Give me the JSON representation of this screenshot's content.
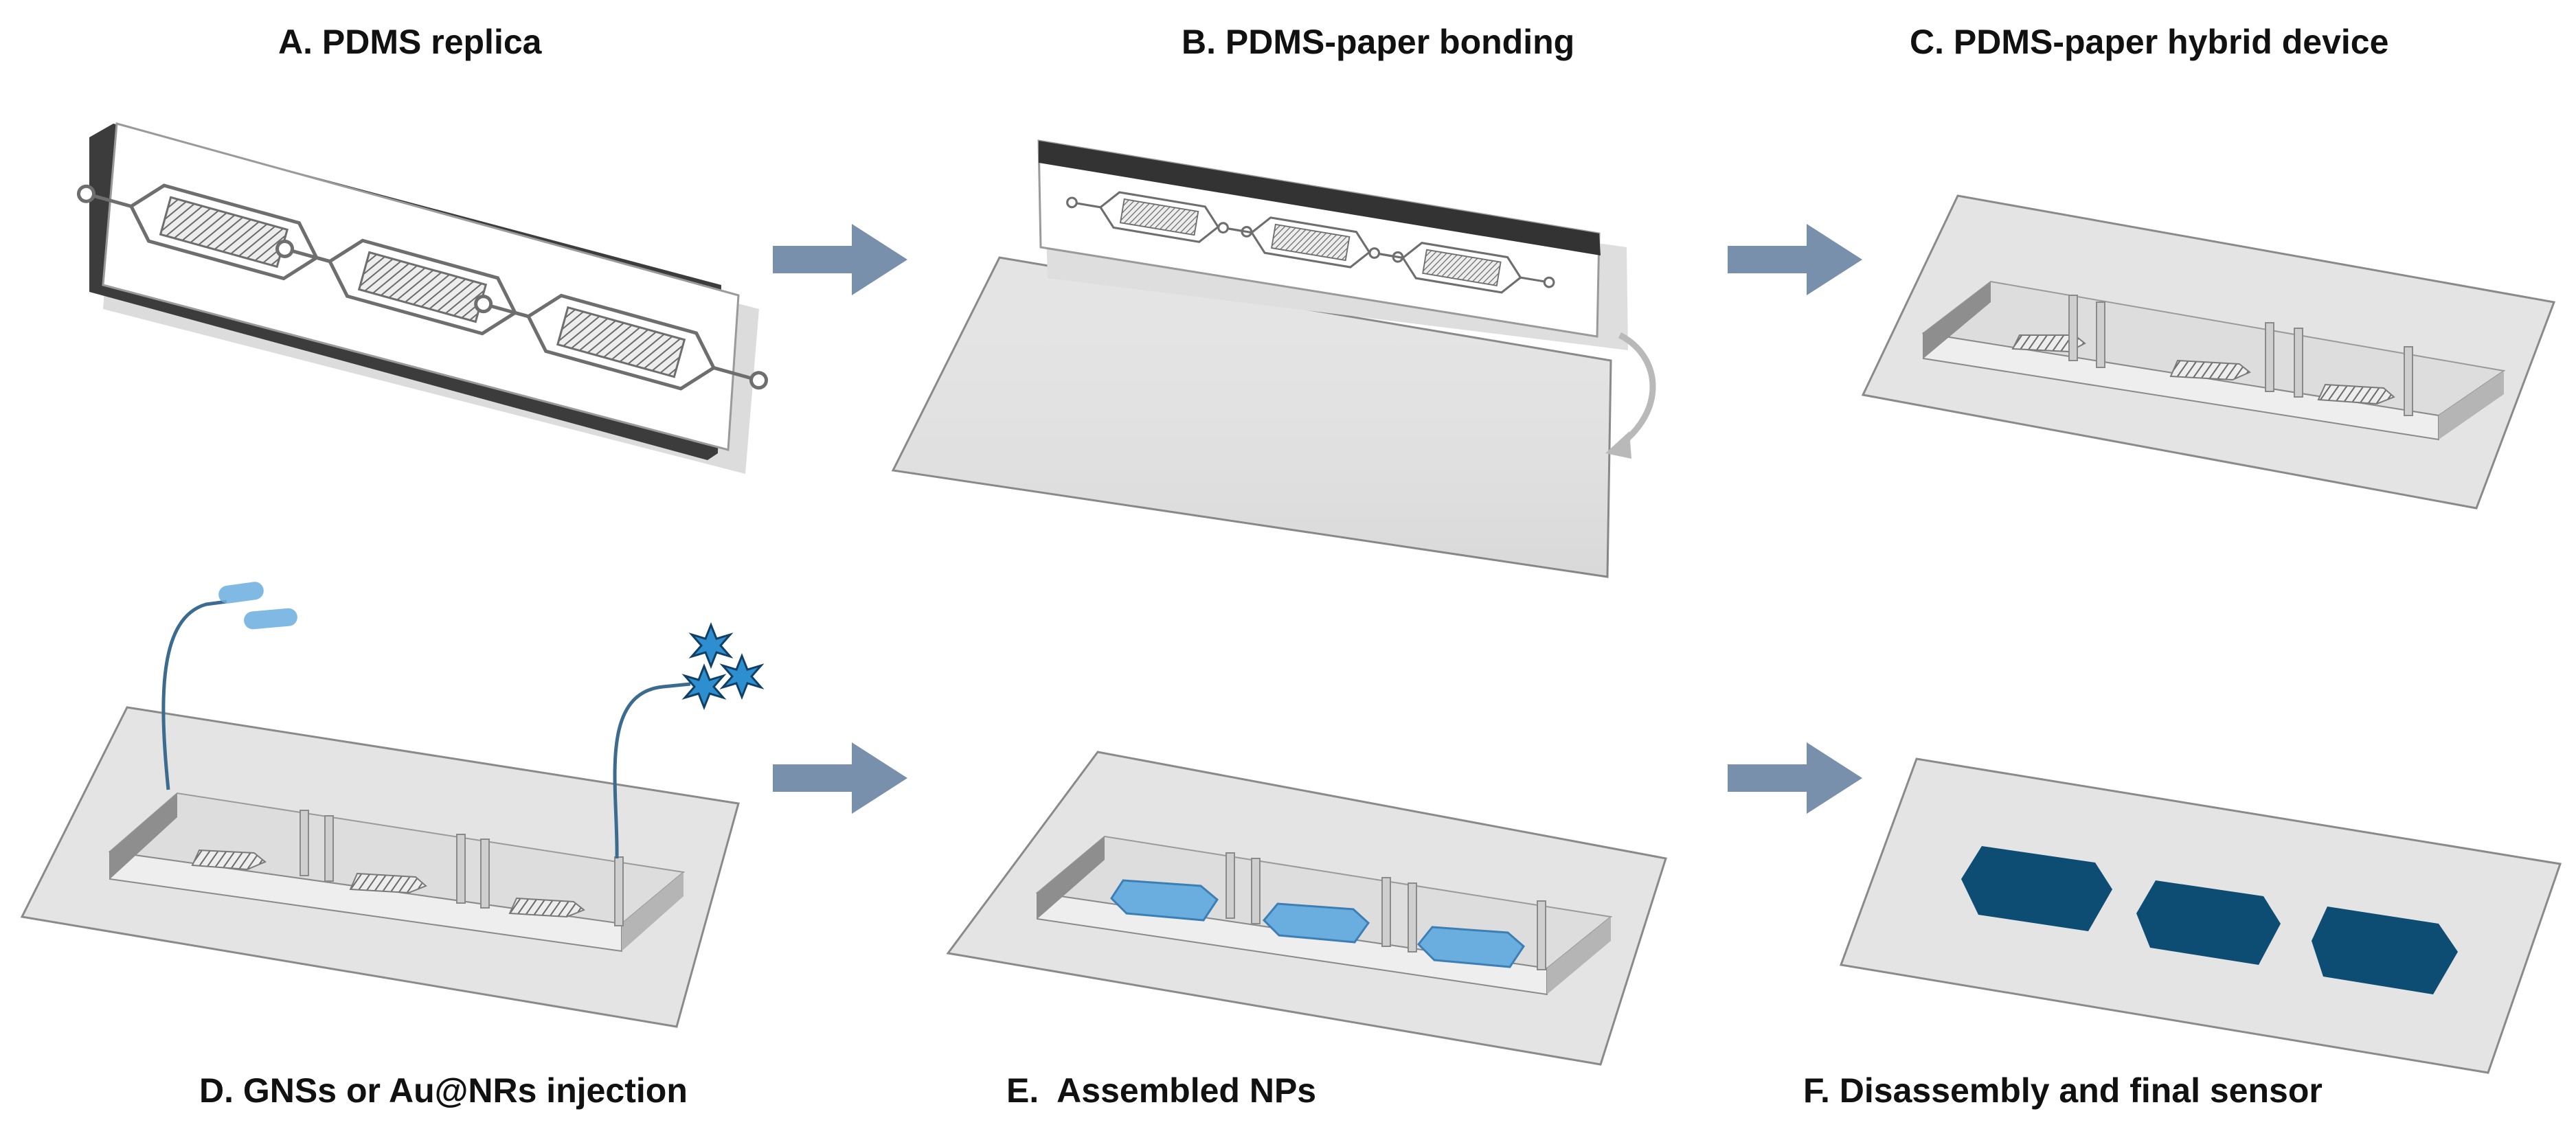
{
  "panels": {
    "a": {
      "title": "A. PDMS replica"
    },
    "b": {
      "title": "B. PDMS-paper bonding"
    },
    "c": {
      "title": "C. PDMS-paper hybrid device"
    },
    "d": {
      "title": "D. GNSs or Au@NRs injection"
    },
    "e": {
      "title": "E.  Assembled NPs"
    },
    "f": {
      "title": "F. Disassembly and final sensor"
    }
  },
  "colors": {
    "arrow": "#7890ab",
    "paper": "#e4e4e4",
    "paper_edge": "#8a8a8a",
    "pdms_dark": "#3c3c3c",
    "nanoparticle_light": "#6aaedf",
    "sensor_dark": "#0d4d74",
    "star_blue": "#2d8fcf"
  },
  "icons": {
    "process_arrow": "right-arrow-icon",
    "flip_arrow": "curved-arrow-icon",
    "nanostar": "nanostar-icon",
    "nanorod": "nanorod-icon"
  }
}
